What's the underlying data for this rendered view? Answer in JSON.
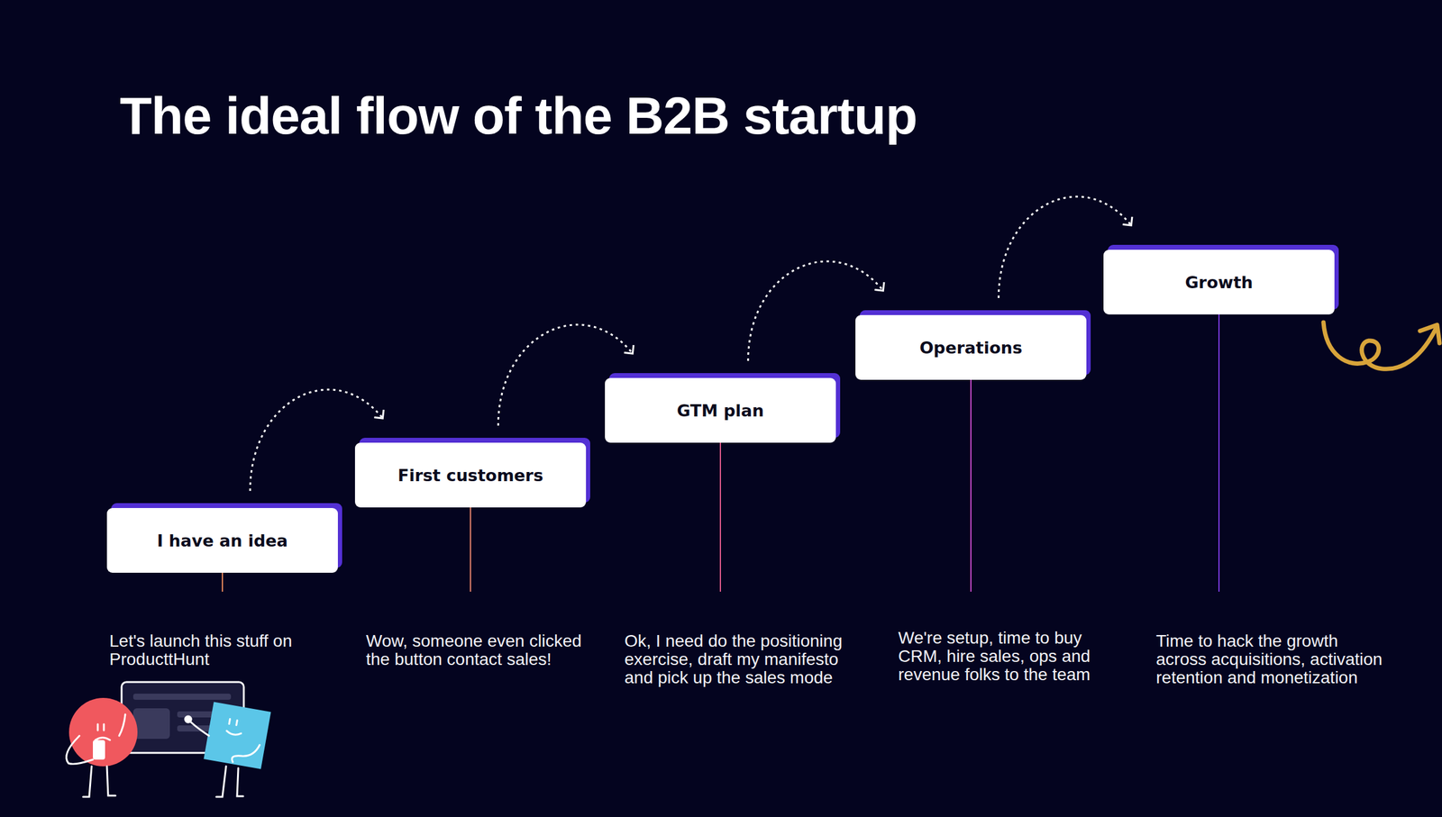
{
  "diagram": {
    "title": "The ideal flow of the B2B startup",
    "nodes": [
      {
        "text": [
          "I have an idea"
        ]
      },
      {
        "text": [
          "First customers"
        ]
      },
      {
        "text": [
          "GTM plan"
        ]
      },
      {
        "text": [
          "Operations"
        ]
      },
      {
        "text": [
          "Growth"
        ]
      }
    ],
    "edges": [
      {
        "from": 0,
        "to": 1,
        "arrow": "to"
      },
      {
        "from": 1,
        "to": 2,
        "arrow": "to"
      },
      {
        "from": 2,
        "to": 3,
        "arrow": "to"
      },
      {
        "from": 3,
        "to": 4,
        "arrow": "to"
      }
    ],
    "labels": [
      "Let's launch this stuff on ProducttHunt",
      "Wow, someone even clicked the button contact sales!",
      "Ok, I need do the positioning exercise, draft my manifesto and  pick up the sales mode",
      "We're setup, time to buy CRM, hire sales, ops and revenue folks to the team",
      "Time to hack the growth across acquisitions, activation retention and monetization"
    ]
  }
}
